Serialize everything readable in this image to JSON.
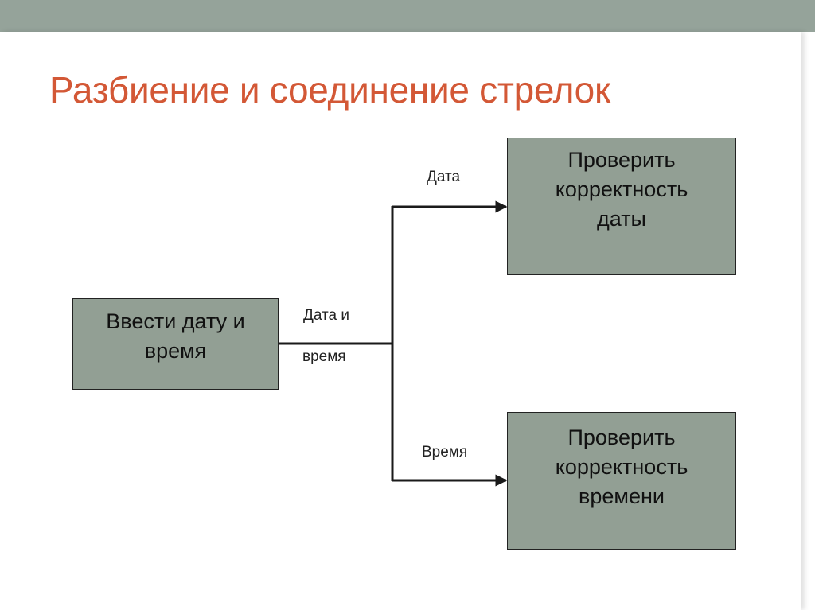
{
  "slide": {
    "title": "Разбиение и соединение стрелок"
  },
  "diagram": {
    "boxes": {
      "input": {
        "lines": [
          "Ввести дату и",
          "время"
        ]
      },
      "check_date": {
        "lines": [
          "Проверить",
          "корректность",
          "даты"
        ]
      },
      "check_time": {
        "lines": [
          "Проверить",
          "корректность",
          "времени"
        ]
      }
    },
    "arrows": {
      "joined_label_line1": "Дата и",
      "joined_label_line2": "время",
      "date_branch_label": "Дата",
      "time_branch_label": "Время"
    },
    "colors": {
      "title": "#d35836",
      "box_fill": "#929f94",
      "top_bar": "#95a39a",
      "arrow": "#1a1a1a"
    }
  }
}
